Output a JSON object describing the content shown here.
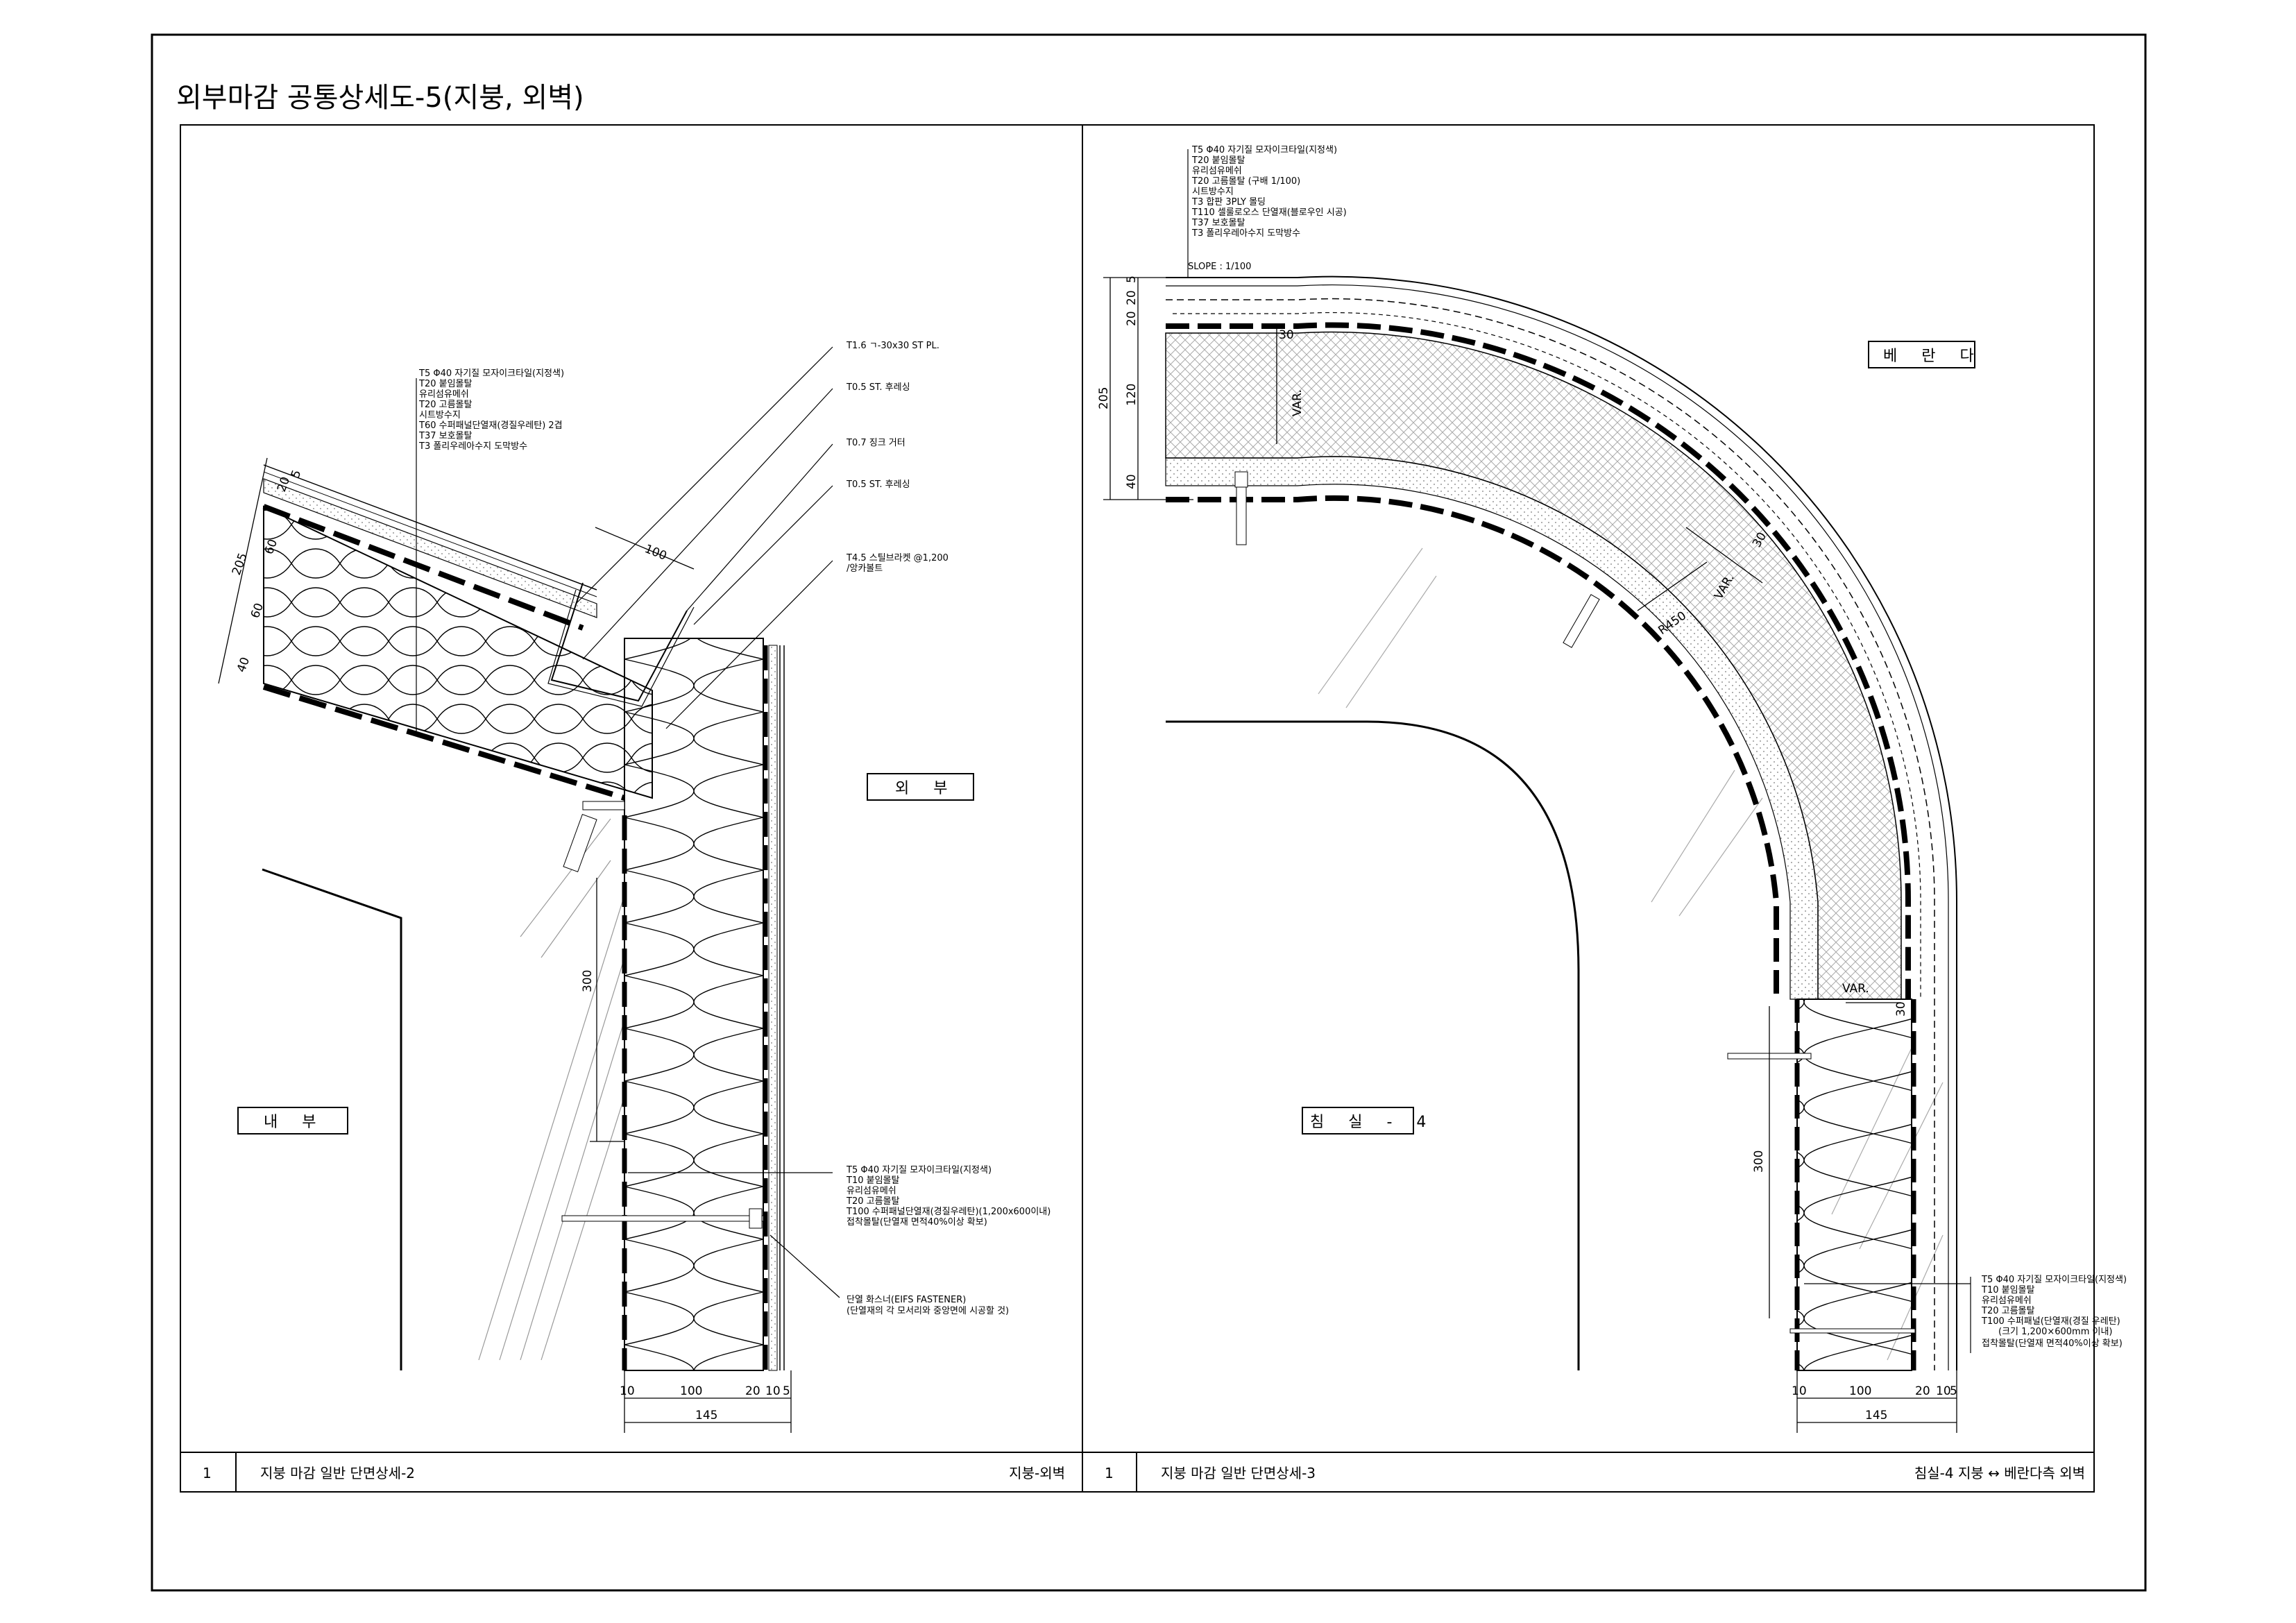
{
  "sheet": {
    "title": "외부마감 공통상세도-5(지붕, 외벽)"
  },
  "left_detail": {
    "roof_notes": [
      "T5 Φ40 자기질 모자이크타일(지정색)",
      "T20 붙임몰탈",
      "유리섬유메쉬",
      "T20 고름몰탈",
      "시트방수지",
      "T60 수퍼패널단열재(경질우레탄) 2겹",
      "T37 보호몰탈",
      "T3 폴리우레아수지 도막방수"
    ],
    "callouts": [
      "T1.6 ㄱ-30x30 ST PL.",
      "T0.5 ST. 후레싱",
      "T0.7 징크 거터",
      "T0.5 ST. 후레싱",
      "T4.5 스틸브라켓 @1,200",
      "/앙카볼트"
    ],
    "wall_notes": [
      "T5 Φ40 자기질 모자이크타일(지정색)",
      "T10 붙임몰탈",
      "유리섬유메쉬",
      "T20 고름몰탈",
      "T100 수퍼패널단열재(경질우레탄)(1,200x600이내)",
      "접착몰탈(단열재 면적40%이상 확보)"
    ],
    "fastener_notes": [
      "단열 화스너(EIFS FASTENER)",
      "(단열재의 각 모서리와 중앙면에 시공할 것)"
    ],
    "dims": {
      "roof_total": "205",
      "roof_a": "20",
      "roof_b": "5",
      "roof_c": "60",
      "roof_d": "60",
      "roof_e": "40",
      "gutter": "100",
      "wall_h": "300",
      "b1": "10",
      "b2": "100",
      "b3": "20",
      "b4": "10",
      "b5": "5",
      "total": "145"
    },
    "label_exterior": "외 부",
    "label_interior": "내 부"
  },
  "right_detail": {
    "roof_notes": [
      "T5 Φ40 자기질 모자이크타일(지정색)",
      "T20 붙임몰탈",
      "유리섬유메쉬",
      "T20 고름몰탈 (구배 1/100)",
      "시트방수지",
      "T3 합판 3PLY 몰딩",
      "T110 셀룰로오스 단열재(블로우인 시공)",
      "T37 보호몰탈",
      "T3 폴리우레아수지 도막방수"
    ],
    "slope": "SLOPE : 1/100",
    "wall_notes": [
      "T5 Φ40 자기질 모자이크타일(지정색)",
      "T10 붙임몰탈",
      "유리섬유메쉬",
      "T20 고름몰탈",
      "T100 수퍼패널(단열재(경질 우레탄)",
      "(크기 1,200×600mm 이내)",
      "접착몰탈(단열재 면적40%이상 확보)"
    ],
    "dims": {
      "v_total": "205",
      "v1": "5",
      "v2": "20",
      "v3": "20",
      "v4": "120",
      "v5": "40",
      "thirty_top": "30",
      "var_top": "VAR.",
      "thirty_mid": "30",
      "var_mid": "VAR.",
      "radius": "R450",
      "var_low": "VAR.",
      "thirty_low": "30",
      "wall_h": "300",
      "b1": "10",
      "b2": "100",
      "b3": "20",
      "b4": "10",
      "b5": "5",
      "total": "145"
    },
    "label_veranda": "베 란 다",
    "label_bedroom": "침 실 - 4"
  },
  "footer": {
    "left_num": "1",
    "left_title": "지붕 마감 일반 단면상세-2",
    "left_right": "지붕-외벽",
    "right_num": "1",
    "right_title": "지붕 마감 일반 단면상세-3",
    "right_right": "침실-4 지붕 ↔ 베란다측 외벽"
  }
}
